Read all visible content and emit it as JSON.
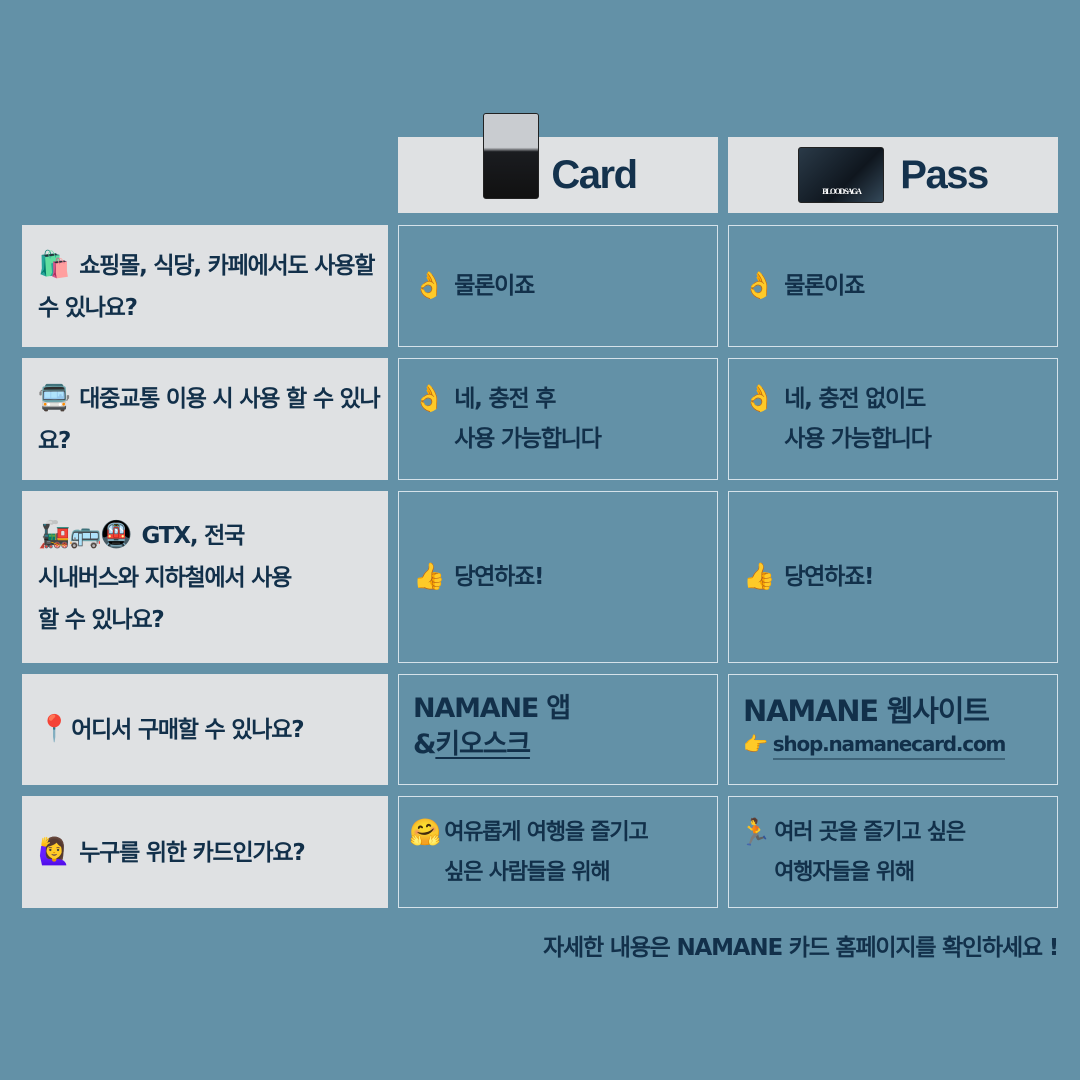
{
  "header": {
    "card": {
      "label": "Card",
      "thumb": "Card"
    },
    "pass": {
      "label": "Pass",
      "thumb_text": "BLOOD SAGA"
    }
  },
  "rows": [
    {
      "question": {
        "icon": "🛍️",
        "text": "쇼핑몰, 식당, 카페에서도 사용할 수 있나요?"
      },
      "card": {
        "icon": "👌",
        "text": "물론이죠"
      },
      "pass": {
        "icon": "👌",
        "text": "물론이죠"
      }
    },
    {
      "question": {
        "icon": "🚍",
        "text": "대중교통 이용 시 사용 할 수 있나요?"
      },
      "card": {
        "icon": "👌",
        "line1": "네, 충전 후",
        "line2": "사용 가능합니다"
      },
      "pass": {
        "icon": "👌",
        "line1": "네, 충전 없이도",
        "line2": "사용 가능합니다"
      }
    },
    {
      "question": {
        "icon": "🚂🚌🚇",
        "line1": "GTX, 전국",
        "line2": "시내버스와 지하철에서 사용",
        "line3": "할 수 있나요?"
      },
      "card": {
        "icon": "👍",
        "text": "당연하죠!"
      },
      "pass": {
        "icon": "👍",
        "text": "당연하죠!"
      }
    },
    {
      "question": {
        "icon": "📍",
        "text": "어디서 구매할 수 있나요?"
      },
      "card": {
        "line1": "NAMANE 앱",
        "line2_prefix": "&",
        "line2_link": "키오스크"
      },
      "pass": {
        "line1": "NAMANE 웹사이트",
        "link_icon": "👉",
        "link": "shop.namanecard.com"
      }
    },
    {
      "question": {
        "icon": "🙋‍♀️",
        "text": "누구를 위한 카드인가요?"
      },
      "card": {
        "icon": "🤗",
        "line1": "여유롭게 여행을 즐기고",
        "line2": "싶은 사람들을 위해"
      },
      "pass": {
        "icon": "🏃",
        "line1": "여러 곳을 즐기고 싶은",
        "line2": "여행자들을 위해"
      }
    }
  ],
  "footer": {
    "text": "자세한 내용은 NAMANE 카드 홈페이지를 확인하세요 !"
  },
  "colors": {
    "background": "#6391a7",
    "header_bg": "#dfe1e3",
    "text": "#12304a",
    "border": "#d5e2ea"
  }
}
